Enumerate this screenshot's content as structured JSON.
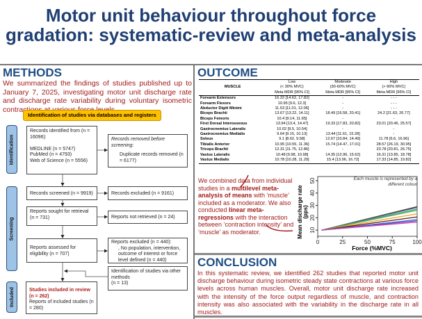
{
  "title": "Motor unit behaviour throughout force gradation: systematic-review and meta-analysis",
  "methods": {
    "heading": "METHODS",
    "text": "We summarized the findings of studies published up to January 7, 2025, investigating motor unit discharge rate and discharge rate variability during voluntary isometric contractions at various force levels.",
    "prisma": {
      "banner": "Identification of studies via databases and registers",
      "stages": [
        "Identification",
        "Screening",
        "Included"
      ],
      "identified_intro": "Records identified from (n = 16096):",
      "identified_sources": [
        "MEDLINE (n = 5747)",
        "PubMed (n = 4793)",
        "Web of Science (n = 5556)"
      ],
      "removed_title": "Records removed before screening:",
      "removed_detail": "Duplicate records removed (n = 6177)",
      "screened": "Records screened (n = 9919)",
      "excluded": "Records excluded (n = 9161)",
      "sought": "Reports sought for retrieval (n = 731)",
      "not_retrieved": "Reports not retrieved (n = 24)",
      "assessed": "Reports assessed for eligibility (n = 707)",
      "reports_excluded": "Reports excluded (n = 440):",
      "reports_excluded_reason": ", No population, intervention, outcome of interest or force level defined (n = 440)",
      "other_methods": "Identification of studies via other methods",
      "other_methods_n": "(n = 13)",
      "included_title": "Studies included in review (n = 262)",
      "included_reports": "Reports of included studies (n = 280)"
    }
  },
  "outcome": {
    "heading": "OUTCOME",
    "table": {
      "muscle_header": "MUSCLE",
      "groups": [
        {
          "name": "Low",
          "range": "(< 30% MVC)",
          "sub": "Meta MDR [95% CI]"
        },
        {
          "name": "Moderate",
          "range": "(30-60% MVC)",
          "sub": "Meta MDR [95% CI]"
        },
        {
          "name": "High",
          "range": "(> 60% MVC)",
          "sub": "Meta MDR [95% CI]"
        }
      ],
      "rows": [
        [
          "Forearm Extensors",
          "16.22 [14.62, 17.82]",
          "-",
          "-     -     -"
        ],
        [
          "Forearm Flexors",
          "10.95 [9.6, 12.3]",
          "-",
          "-     -     -"
        ],
        [
          "Abductor Digiti Minimi",
          "11.53 [11.01, 12.06]",
          "-",
          "-     -     -"
        ],
        [
          "Biceps Brachii",
          "13.67 [13.22, 14.11]",
          "18.49 [16.58, 20.41]",
          "24.2 [21.63, 26.77]"
        ],
        [
          "Biceps Femoris",
          "10.4 [9.14, 11.65]",
          "-",
          "-"
        ],
        [
          "First Dorsal Interosseous",
          "13.94 [13.4, 14.47]",
          "19.33 [17.83, 20.82]",
          "23.01 [20.46, 25.57]"
        ],
        [
          "Gastrocnemius Lateralis",
          "10.02 [9.5, 10.54]",
          "-",
          "-"
        ],
        [
          "Gastrocnemius Medialis",
          "9.64 [9.15, 10.13]",
          "13.44 [11.61, 15.28]",
          "-"
        ],
        [
          "Soleus",
          "9.1 [8.62, 9.58]",
          "12.67 [10.84, 14.49]",
          "11.78 [6.6, 16.96]"
        ],
        [
          "Tibialis Anterior",
          "10.95 [10.55, 11.36]",
          "15.74 [14.47, 17.01]",
          "28.57 [26.19, 30.95]"
        ],
        [
          "Triceps Brachii",
          "12.31 [11.75, 12.86]",
          "-",
          "23.78 [20.81, 26.75]"
        ],
        [
          "Vastus Lateralis",
          "10.48 [9.98, 10.98]",
          "14.35 [12.96, 15.62]",
          "16.31 [13.85, 18.78]"
        ],
        [
          "Vastus Medialis",
          "10.78 [10.28, 11.29]",
          "15.4 [13.96, 16.72]",
          "17.33 [14.85, 19.82]"
        ]
      ]
    },
    "summary_parts": [
      "We combined data from individual studies in a ",
      "multilevel meta-analysis of means",
      " with ‘muscle’ included as a moderator. We also conducted ",
      "linear meta-regressions",
      " with the interaction between ‘contraction intensity’ and ‘muscle’ as moderator."
    ]
  },
  "chart_data": {
    "type": "line",
    "xlabel": "Force (%MVC)",
    "ylabel": "Mean discharge rate (pps)",
    "annotation": "Each muscle is represented by a different colour",
    "xlim": [
      0,
      100
    ],
    "ylim": [
      5,
      50
    ],
    "xticks": [
      0,
      25,
      50,
      75,
      100
    ],
    "yticks": [
      10,
      20,
      30,
      40,
      50
    ],
    "grid": false,
    "series": [
      {
        "color": "#3d3d1a",
        "x": [
          4,
          100
        ],
        "y": [
          10,
          29
        ]
      },
      {
        "color": "#5a6a8a",
        "x": [
          4,
          100
        ],
        "y": [
          10,
          28.3
        ]
      },
      {
        "color": "#2aa198",
        "x": [
          4,
          100
        ],
        "y": [
          10,
          27
        ]
      },
      {
        "color": "#6aa84f",
        "x": [
          4,
          100
        ],
        "y": [
          10,
          26
        ]
      },
      {
        "color": "#e6a817",
        "x": [
          4,
          100
        ],
        "y": [
          10,
          23.2
        ]
      },
      {
        "color": "#6b1a1a",
        "x": [
          4,
          100
        ],
        "y": [
          10,
          20.7
        ]
      },
      {
        "color": "#1e6fd9",
        "x": [
          4,
          100
        ],
        "y": [
          10,
          18.5
        ]
      },
      {
        "color": "#7b3fb5",
        "x": [
          4,
          100
        ],
        "y": [
          10,
          17.5
        ]
      },
      {
        "color": "#d04ab0",
        "x": [
          4,
          100
        ],
        "y": [
          10,
          16.5
        ]
      }
    ]
  },
  "conclusion": {
    "heading": "CONCLUSION",
    "text": "In this systematic review, we identified 262 studies that reported motor unit discharge behaviour during isometric steady state contractions at various force levels across human muscles. Overall, motor unit discharge rate increased with the intensity of the force output regardless of muscle, and contraction intensity was also associated with the variability in the discharge rate in all muscles."
  }
}
